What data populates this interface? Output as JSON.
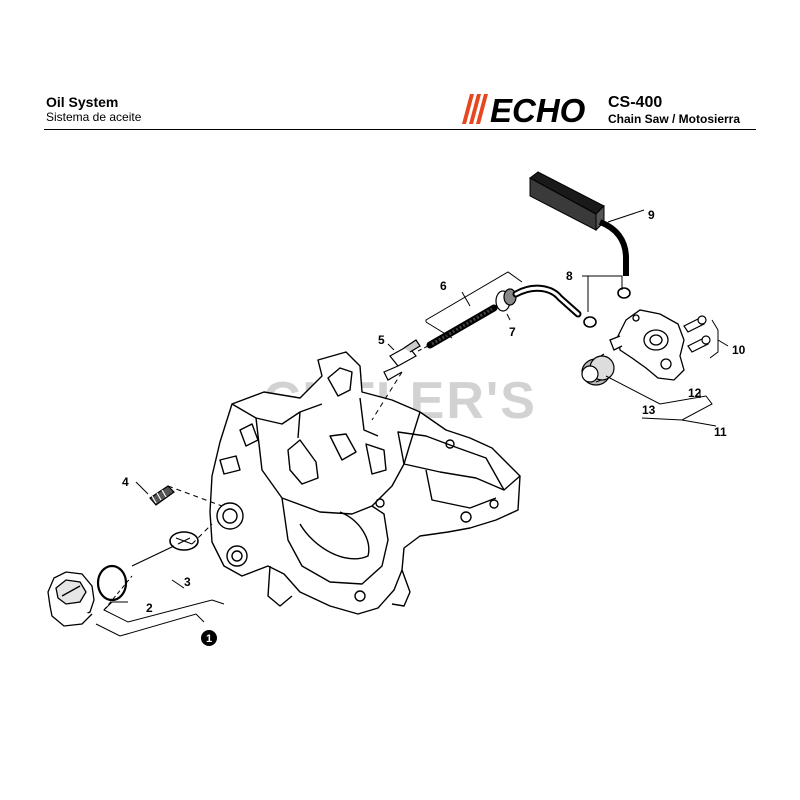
{
  "header": {
    "title": "Oil System",
    "subtitle": "Sistema de aceite",
    "brand": "ECHO",
    "model": "CS-400",
    "description": "Chain Saw / Motosierra"
  },
  "watermark": "CUTLER'S",
  "callouts": [
    "1",
    "2",
    "3",
    "4",
    "5",
    "6",
    "7",
    "8",
    "9",
    "10",
    "11",
    "12",
    "13"
  ],
  "colors": {
    "brand_accent": "#e8461e",
    "line": "#000000",
    "watermark": "#d2d2d2"
  }
}
